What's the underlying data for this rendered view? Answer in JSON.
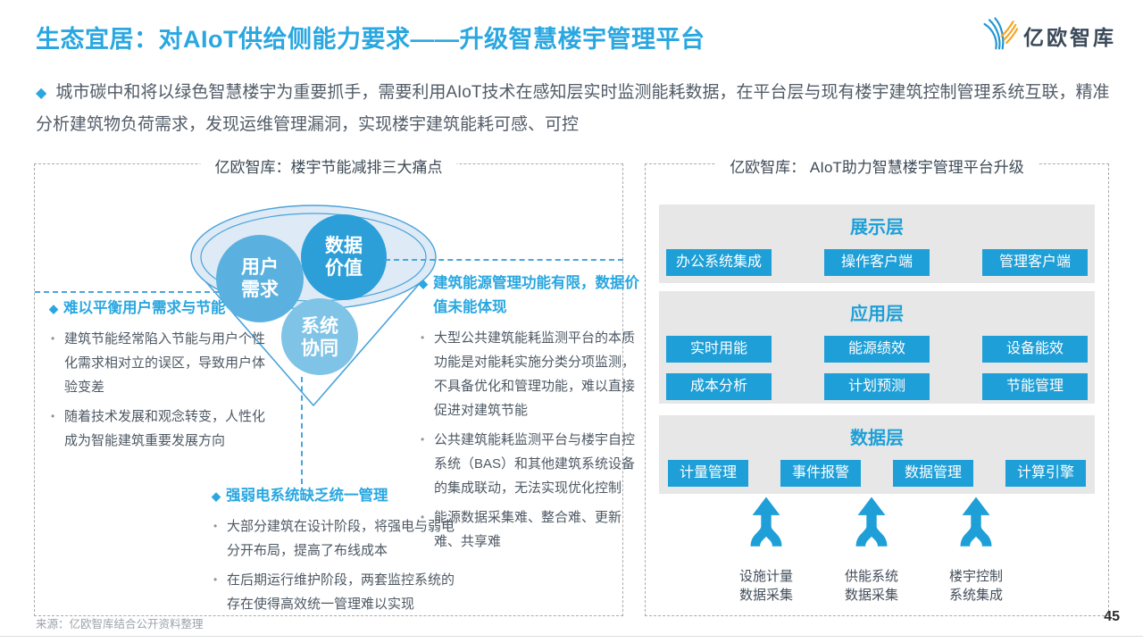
{
  "page": {
    "title": "生态宜居：对AIoT供给侧能力要求——升级智慧楼宇管理平台",
    "logo_text": "亿欧智库",
    "source": "来源：亿欧智库结合公开资料整理",
    "page_number": "45"
  },
  "icons": {
    "diamond": "◆"
  },
  "intro": {
    "text": "城市碳中和将以绿色智慧楼宇为重要抓手，需要利用AIoT技术在感知层实时监测能耗数据，在平台层与现有楼宇建筑控制管理系统互联，精准分析建筑物负荷需求，发现运维管理漏洞，实现楼宇建筑能耗可感、可控"
  },
  "left_panel": {
    "title": "亿欧智库：楼宇节能减排三大痛点",
    "funnel": {
      "circles": [
        {
          "line1": "用户",
          "line2": "需求"
        },
        {
          "line1": "数据",
          "line2": "价值"
        },
        {
          "line1": "系统",
          "line2": "协同"
        }
      ]
    },
    "pain_points": [
      {
        "heading": "难以平衡用户需求与节能",
        "bullets": [
          "建筑节能经常陷入节能与用户个性化需求相对立的误区，导致用户体验变差",
          "随着技术发展和观念转变，人性化成为智能建筑重要发展方向"
        ]
      },
      {
        "heading": "建筑能源管理功能有限，数据价值未能体现",
        "bullets": [
          "大型公共建筑能耗监测平台的本质功能是对能耗实施分类分项监测，不具备优化和管理功能，难以直接促进对建筑节能",
          "公共建筑能耗监测平台与楼宇自控系统（BAS）和其他建筑系统设备的集成联动，无法实现优化控制",
          "能源数据采集难、整合难、更新难、共享难"
        ]
      },
      {
        "heading": "强弱电系统缺乏统一管理",
        "bullets": [
          "大部分建筑在设计阶段，将强电与弱电分开布局，提高了布线成本",
          "在后期运行维护阶段，两套监控系统的存在使得高效统一管理难以实现"
        ]
      }
    ]
  },
  "right_panel": {
    "title": "亿欧智库： AIoT助力智慧楼宇管理平台升级",
    "layers": [
      {
        "name": "展示层",
        "rows": [
          [
            "办公系统集成",
            "操作客户端",
            "管理客户端"
          ]
        ]
      },
      {
        "name": "应用层",
        "rows": [
          [
            "实时用能",
            "能源绩效",
            "设备能效"
          ],
          [
            "成本分析",
            "计划预测",
            "节能管理"
          ]
        ]
      },
      {
        "name": "数据层",
        "rows": [
          [
            "计量管理",
            "事件报警",
            "数据管理",
            "计算引擎"
          ]
        ]
      }
    ],
    "inputs": [
      {
        "line1": "设施计量",
        "line2": "数据采集"
      },
      {
        "line1": "供能系统",
        "line2": "数据采集"
      },
      {
        "line1": "楼宇控制",
        "line2": "系统集成"
      }
    ]
  },
  "colors": {
    "accent_blue": "#2AA7E0",
    "button_blue": "#1E9FD7",
    "layer_bg": "#E7E7E7",
    "panel_border_gray": "#ABABAB",
    "connector_blue": "#4BA5DC",
    "funnel_ellipse_fill": "#DEEAF6",
    "funnel_stroke": "#49A3DB",
    "circle_user": "#5AB1DF",
    "circle_data": "#2C9FD9",
    "circle_system": "#7FC3E6",
    "logo_blue": "#2196D3",
    "logo_orange": "#F5A623",
    "body_text": "#4E5964"
  }
}
